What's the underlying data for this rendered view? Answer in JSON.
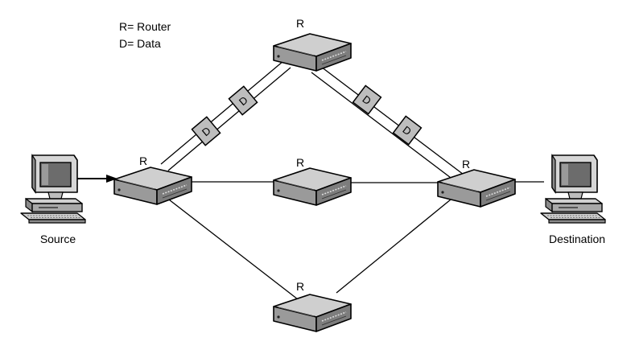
{
  "legend": {
    "router": "R= Router",
    "data": "D= Data"
  },
  "routers": [
    {
      "id": "source-router",
      "label": "R"
    },
    {
      "id": "top-router",
      "label": "R"
    },
    {
      "id": "middle-router",
      "label": "R"
    },
    {
      "id": "destination-router",
      "label": "R"
    },
    {
      "id": "bottom-router",
      "label": "R"
    }
  ],
  "computers": {
    "source": {
      "label": "Source"
    },
    "destination": {
      "label": "Destination"
    }
  },
  "packets": [
    {
      "label": "D"
    },
    {
      "label": "D"
    },
    {
      "label": "D"
    },
    {
      "label": "D"
    }
  ],
  "colors": {
    "line": "#000000",
    "device_top": "#c8c8c8",
    "device_front": "#8c8c8c",
    "screen": "#707070",
    "packet_fill": "#bdbdbd"
  }
}
